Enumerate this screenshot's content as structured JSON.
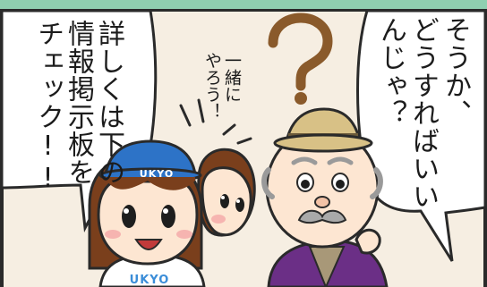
{
  "speech": {
    "left": "詳しくは下の\n情報掲示板を\nチェック!!",
    "right": "そうか、\nどうすればいい\nんじゃ？",
    "small": "一緒に\nやろう！"
  },
  "hat_text": "UKYO",
  "shirt_text": "UKYO",
  "icons": {
    "question_mark": "question-mark-icon",
    "emphasis_lines": "emphasis-lines-icon"
  },
  "colors": {
    "frame_top": "#8fcfb0",
    "background": "#f6eee2",
    "hat_blue": "#2d73c7",
    "question_brown": "#8a5a2b",
    "robe_purple": "#6b2f86"
  }
}
